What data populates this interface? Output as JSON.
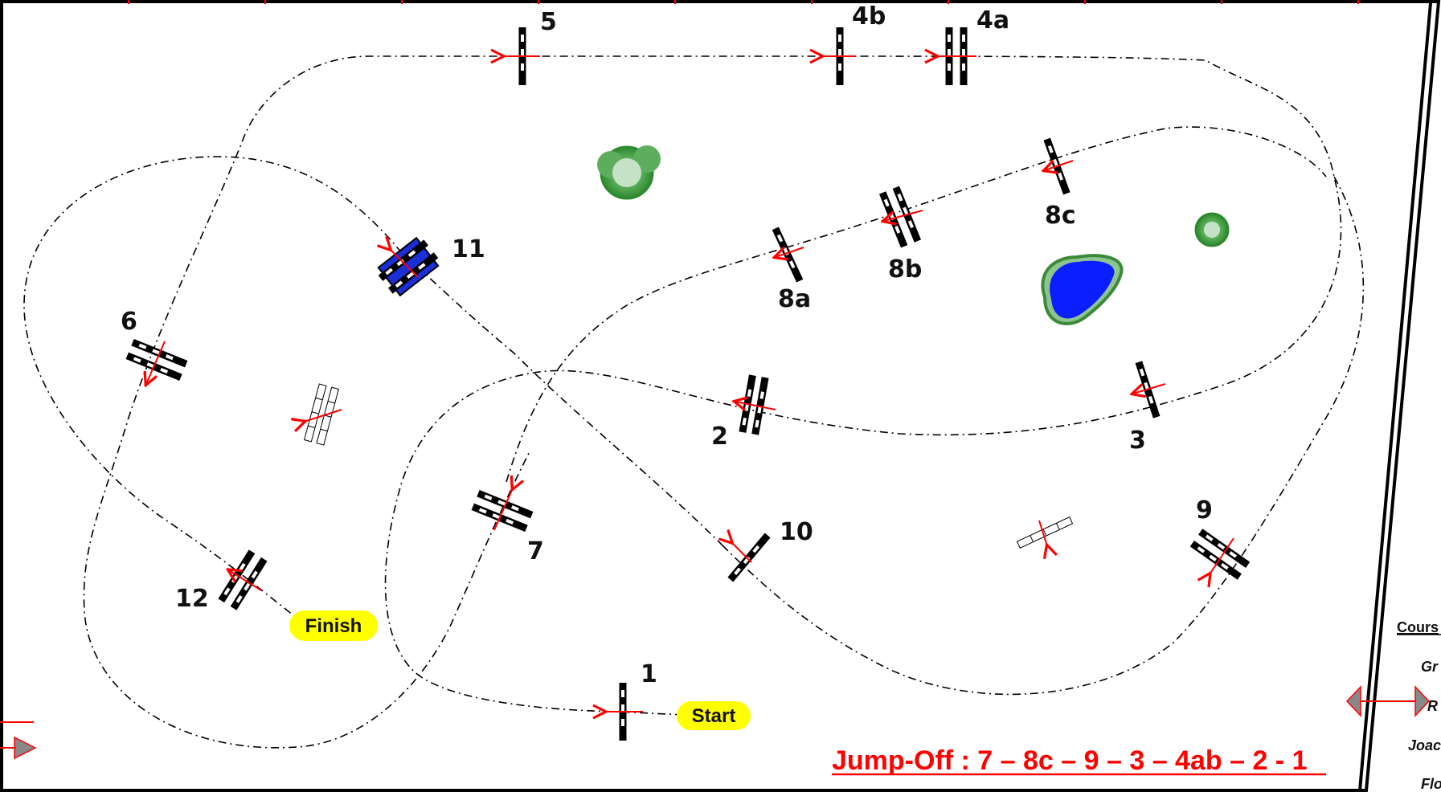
{
  "course": {
    "fence_labels": {
      "f1": "1",
      "f2": "2",
      "f3": "3",
      "f4a": "4a",
      "f4b": "4b",
      "f5": "5",
      "f6": "6",
      "f7": "7",
      "f8a": "8a",
      "f8b": "8b",
      "f8c": "8c",
      "f9": "9",
      "f10": "10",
      "f11": "11",
      "f12": "12"
    },
    "start_label": "Start",
    "finish_label": "Finish",
    "jump_off": "Jump-Off : 7 – 8c – 9 – 3 – 4ab – 2 - 1"
  },
  "side_panel": {
    "heading": "Cours",
    "line1": "Gr",
    "line2": "R",
    "line3": "Joac",
    "line4": "Flo"
  },
  "colors": {
    "border": "#000000",
    "path": "#000000",
    "arrow": "#ff0000",
    "water": "#0a1eff",
    "bush": "#3a9a3a",
    "pill": "#ffff00",
    "jump_off": "#ff0000",
    "liverpool": "#1a2fd8"
  }
}
